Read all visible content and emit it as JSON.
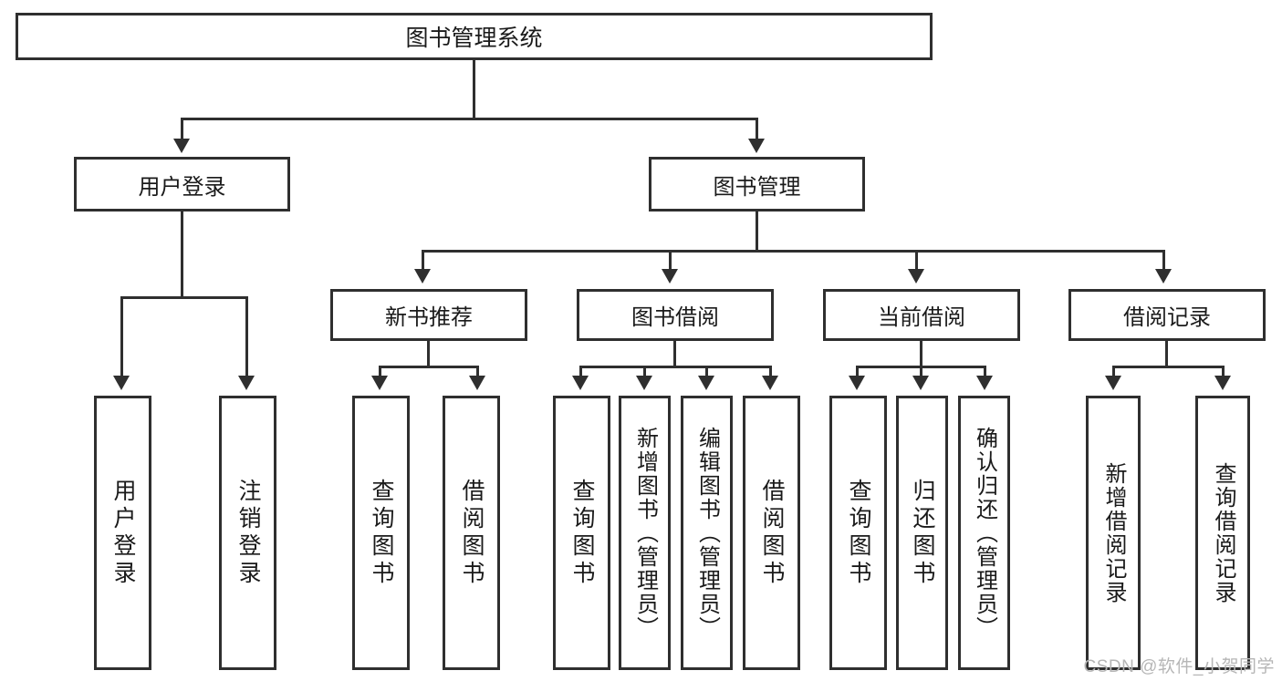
{
  "diagram": {
    "title": "图书管理系统",
    "type": "tree-hierarchy-functional-decomposition",
    "watermark": "CSDN @软件_小贺同学",
    "colors": {
      "stroke": "#2f2f2f",
      "fill": "#ffffff",
      "text": "#1a1a1a",
      "watermark": "#b6b6b6"
    }
  },
  "nodes": {
    "root": {
      "label": "图书管理系统"
    },
    "level2": [
      {
        "id": "user-login",
        "label": "用户登录"
      },
      {
        "id": "book-management",
        "label": "图书管理"
      }
    ],
    "level3": [
      {
        "id": "new-book-recommend",
        "label": "新书推荐"
      },
      {
        "id": "book-borrow",
        "label": "图书借阅"
      },
      {
        "id": "current-borrow",
        "label": "当前借阅"
      },
      {
        "id": "borrow-record",
        "label": "借阅记录"
      }
    ],
    "leaves": {
      "user_login": [
        {
          "id": "leaf-user-login",
          "label": "用户登录"
        },
        {
          "id": "leaf-logout",
          "label": "注销登录"
        }
      ],
      "new_book_recommend": [
        {
          "id": "leaf-query-book-1",
          "label": "查询图书"
        },
        {
          "id": "leaf-borrow-book-1",
          "label": "借阅图书"
        }
      ],
      "book_borrow": [
        {
          "id": "leaf-query-book-2",
          "label": "查询图书"
        },
        {
          "id": "leaf-add-book",
          "label": "新增图书（管理员）"
        },
        {
          "id": "leaf-edit-book",
          "label": "编辑图书（管理员）"
        },
        {
          "id": "leaf-borrow-book-2",
          "label": "借阅图书"
        }
      ],
      "current_borrow": [
        {
          "id": "leaf-query-book-3",
          "label": "查询图书"
        },
        {
          "id": "leaf-return-book",
          "label": "归还图书"
        },
        {
          "id": "leaf-confirm-return",
          "label": "确认归还（管理员）"
        }
      ],
      "borrow_record": [
        {
          "id": "leaf-add-record",
          "label": "新增借阅记录"
        },
        {
          "id": "leaf-query-record",
          "label": "查询借阅记录"
        }
      ]
    }
  }
}
